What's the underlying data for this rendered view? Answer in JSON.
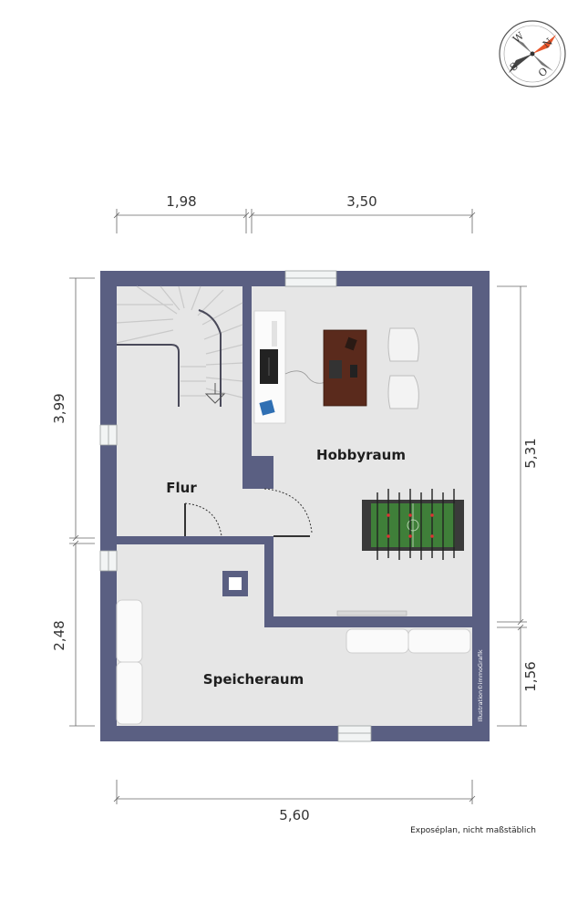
{
  "compass": {
    "n": "N",
    "o": "O",
    "s": "S",
    "w": "W",
    "accent": "#e8552a"
  },
  "colors": {
    "wall": "#5a5f82",
    "floor": "#e6e6e6",
    "dim_line": "#555555"
  },
  "dimensions": {
    "top_left": "1,98",
    "top_right": "3,50",
    "left_upper": "3,99",
    "left_lower": "2,48",
    "right_upper": "5,31",
    "right_lower": "1,56",
    "bottom": "5,60"
  },
  "rooms": {
    "flur": "Flur",
    "hobbyraum": "Hobbyraum",
    "speicheraum": "Speicheraum"
  },
  "credit": "Illustration©immoGrafik",
  "footer_note": "Exposéplan, nicht maßstäblich"
}
